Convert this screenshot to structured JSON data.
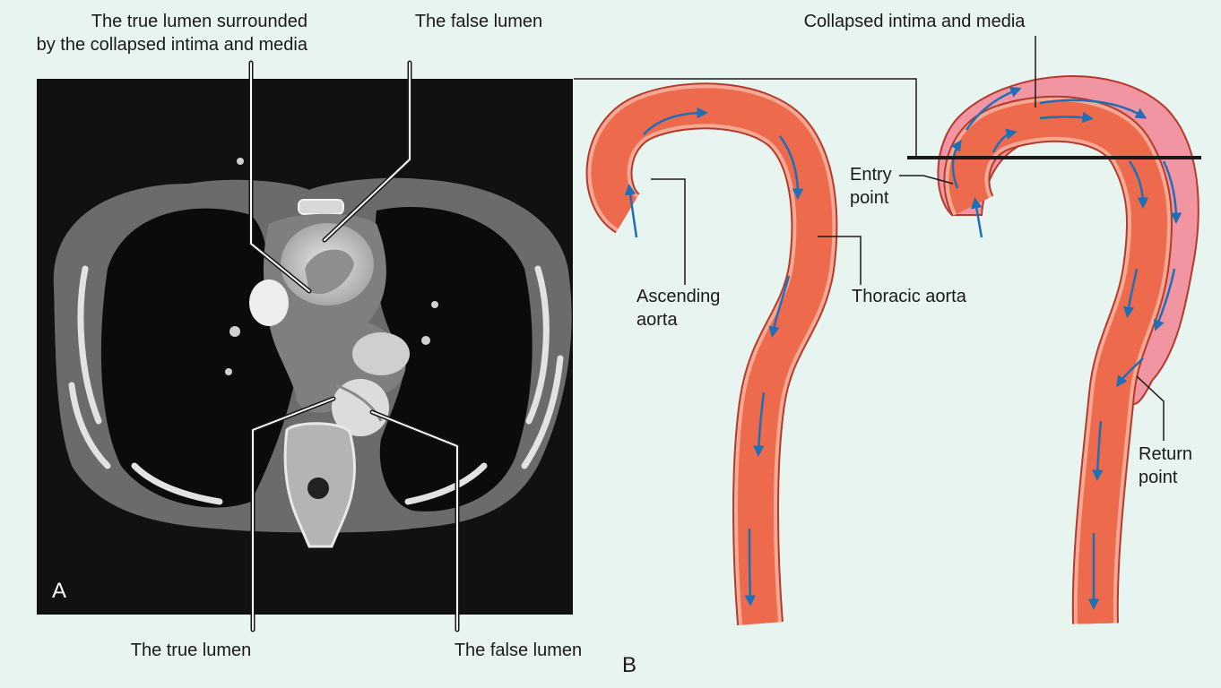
{
  "panel_a": {
    "letter": "A",
    "labels": {
      "true_lumen_surrounded": "The true lumen surrounded\nby the collapsed intima and media",
      "false_lumen_top": "The false lumen",
      "true_lumen_bottom": "The true lumen",
      "false_lumen_bottom": "The false lumen"
    }
  },
  "panel_b": {
    "letter": "B",
    "labels": {
      "collapsed_intima": "Collapsed intima and media",
      "entry_point": "Entry\npoint",
      "ascending_aorta": "Ascending\naorta",
      "thoracic_aorta": "Thoracic aorta",
      "return_point": "Return\npoint"
    }
  },
  "colors": {
    "background": "#e8f4ef",
    "ct_background": "#111111",
    "aorta_fill": "#ee6a4c",
    "aorta_wall": "#f3a993",
    "aorta_outline": "#b43a2a",
    "false_lumen_fill": "#f195a2",
    "flow_arrow": "#1f6fb6",
    "leader_line": "#1a1a1a"
  }
}
